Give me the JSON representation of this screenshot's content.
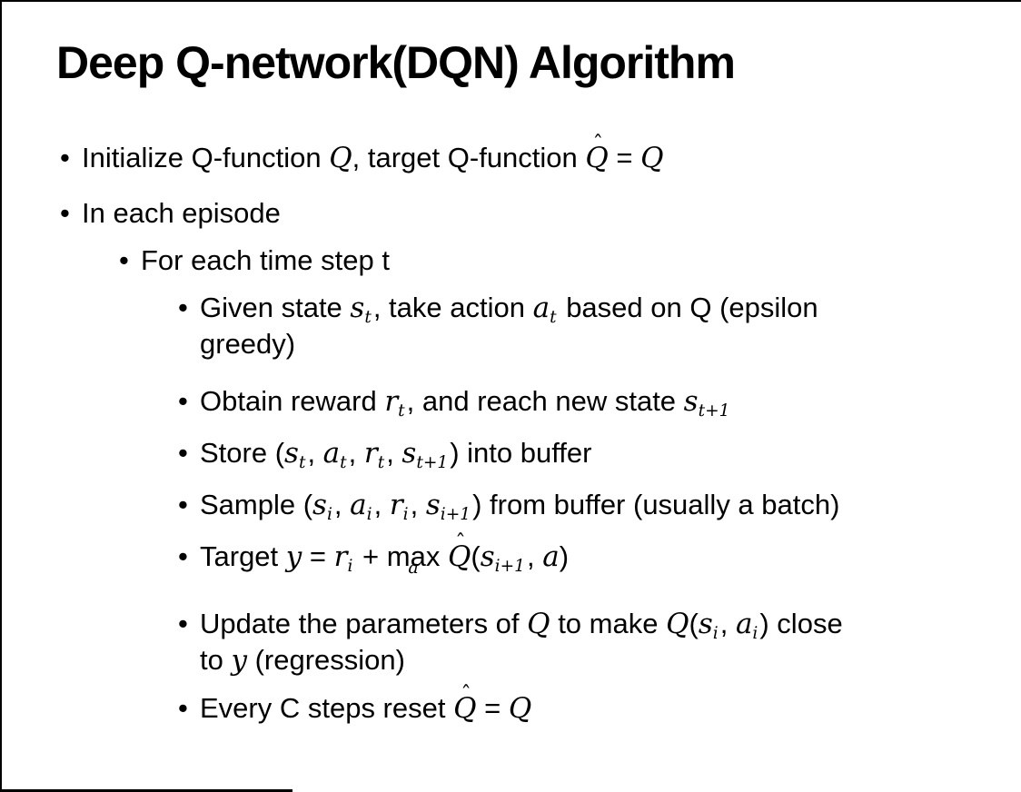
{
  "slide": {
    "title": "Deep Q-network(DQN) Algorithm",
    "bullet_char": "•",
    "frame_color": "#000000",
    "text_color": "#000000",
    "background_color": "#ffffff",
    "bullets": [
      {
        "level": 1,
        "lines": [
          [
            {
              "t": "Initialize Q-function "
            },
            {
              "t": "Q",
              "s": "m"
            },
            {
              "t": ", target Q-function "
            },
            {
              "t": "Q",
              "s": "mhat",
              "hat": "ˆ"
            },
            {
              "t": " = "
            },
            {
              "t": "Q",
              "s": "m"
            }
          ]
        ]
      },
      {
        "level": 1,
        "lines": [
          [
            {
              "t": "In each episode"
            }
          ]
        ]
      },
      {
        "level": 2,
        "lines": [
          [
            {
              "t": "For each time step t"
            }
          ]
        ]
      },
      {
        "level": 3,
        "lines": [
          [
            {
              "t": "Given state "
            },
            {
              "t": "s",
              "s": "m"
            },
            {
              "t": "t",
              "s": "msub"
            },
            {
              "t": ", take action "
            },
            {
              "t": "a",
              "s": "m"
            },
            {
              "t": "t",
              "s": "msub"
            },
            {
              "t": " based on Q (epsilon"
            }
          ],
          [
            {
              "t": "greedy)"
            }
          ]
        ]
      },
      {
        "level": 3,
        "lines": [
          [
            {
              "t": "Obtain reward "
            },
            {
              "t": "r",
              "s": "m"
            },
            {
              "t": "t",
              "s": "msub"
            },
            {
              "t": ", and reach new state "
            },
            {
              "t": "s",
              "s": "m"
            },
            {
              "t": "t+1",
              "s": "msub"
            }
          ]
        ]
      },
      {
        "level": 3,
        "lines": [
          [
            {
              "t": "Store ("
            },
            {
              "t": "s",
              "s": "m"
            },
            {
              "t": "t",
              "s": "msub"
            },
            {
              "t": ", "
            },
            {
              "t": "a",
              "s": "m"
            },
            {
              "t": "t",
              "s": "msub"
            },
            {
              "t": ", "
            },
            {
              "t": "r",
              "s": "m"
            },
            {
              "t": "t",
              "s": "msub"
            },
            {
              "t": ", "
            },
            {
              "t": "s",
              "s": "m"
            },
            {
              "t": "t+1",
              "s": "msub"
            },
            {
              "t": ") into buffer"
            }
          ]
        ]
      },
      {
        "level": 3,
        "lines": [
          [
            {
              "t": "Sample ("
            },
            {
              "t": "s",
              "s": "m"
            },
            {
              "t": "i",
              "s": "msub"
            },
            {
              "t": ", "
            },
            {
              "t": "a",
              "s": "m"
            },
            {
              "t": "i",
              "s": "msub"
            },
            {
              "t": ", "
            },
            {
              "t": "r",
              "s": "m"
            },
            {
              "t": "i",
              "s": "msub"
            },
            {
              "t": ", "
            },
            {
              "t": "s",
              "s": "m"
            },
            {
              "t": "i+1",
              "s": "msub"
            },
            {
              "t": ") from buffer (usually a batch)"
            }
          ]
        ]
      },
      {
        "level": 3,
        "lines": [
          [
            {
              "t": "Target "
            },
            {
              "t": "y",
              "s": "m"
            },
            {
              "t": " = "
            },
            {
              "t": "r",
              "s": "m"
            },
            {
              "t": "i",
              "s": "msub"
            },
            {
              "t": " + "
            },
            {
              "t": "max",
              "s": "uop",
              "under": "a"
            },
            {
              "t": " "
            },
            {
              "t": "Q",
              "s": "mhat",
              "hat": "ˆ"
            },
            {
              "t": "("
            },
            {
              "t": "s",
              "s": "m"
            },
            {
              "t": "i+1",
              "s": "msub"
            },
            {
              "t": ", "
            },
            {
              "t": "a",
              "s": "m"
            },
            {
              "t": ")"
            }
          ]
        ]
      },
      {
        "level": 3,
        "lines": [
          [
            {
              "t": "Update the parameters of "
            },
            {
              "t": "Q",
              "s": "m"
            },
            {
              "t": " to make "
            },
            {
              "t": "Q",
              "s": "m"
            },
            {
              "t": "("
            },
            {
              "t": "s",
              "s": "m"
            },
            {
              "t": "i",
              "s": "msub"
            },
            {
              "t": ", "
            },
            {
              "t": "a",
              "s": "m"
            },
            {
              "t": "i",
              "s": "msub"
            },
            {
              "t": ") close"
            }
          ],
          [
            {
              "t": "to "
            },
            {
              "t": "y",
              "s": "m"
            },
            {
              "t": " (regression)"
            }
          ]
        ]
      },
      {
        "level": 3,
        "lines": [
          [
            {
              "t": "Every C steps reset "
            },
            {
              "t": "Q",
              "s": "mhat",
              "hat": "ˆ"
            },
            {
              "t": " = "
            },
            {
              "t": "Q",
              "s": "m"
            }
          ]
        ]
      }
    ]
  }
}
